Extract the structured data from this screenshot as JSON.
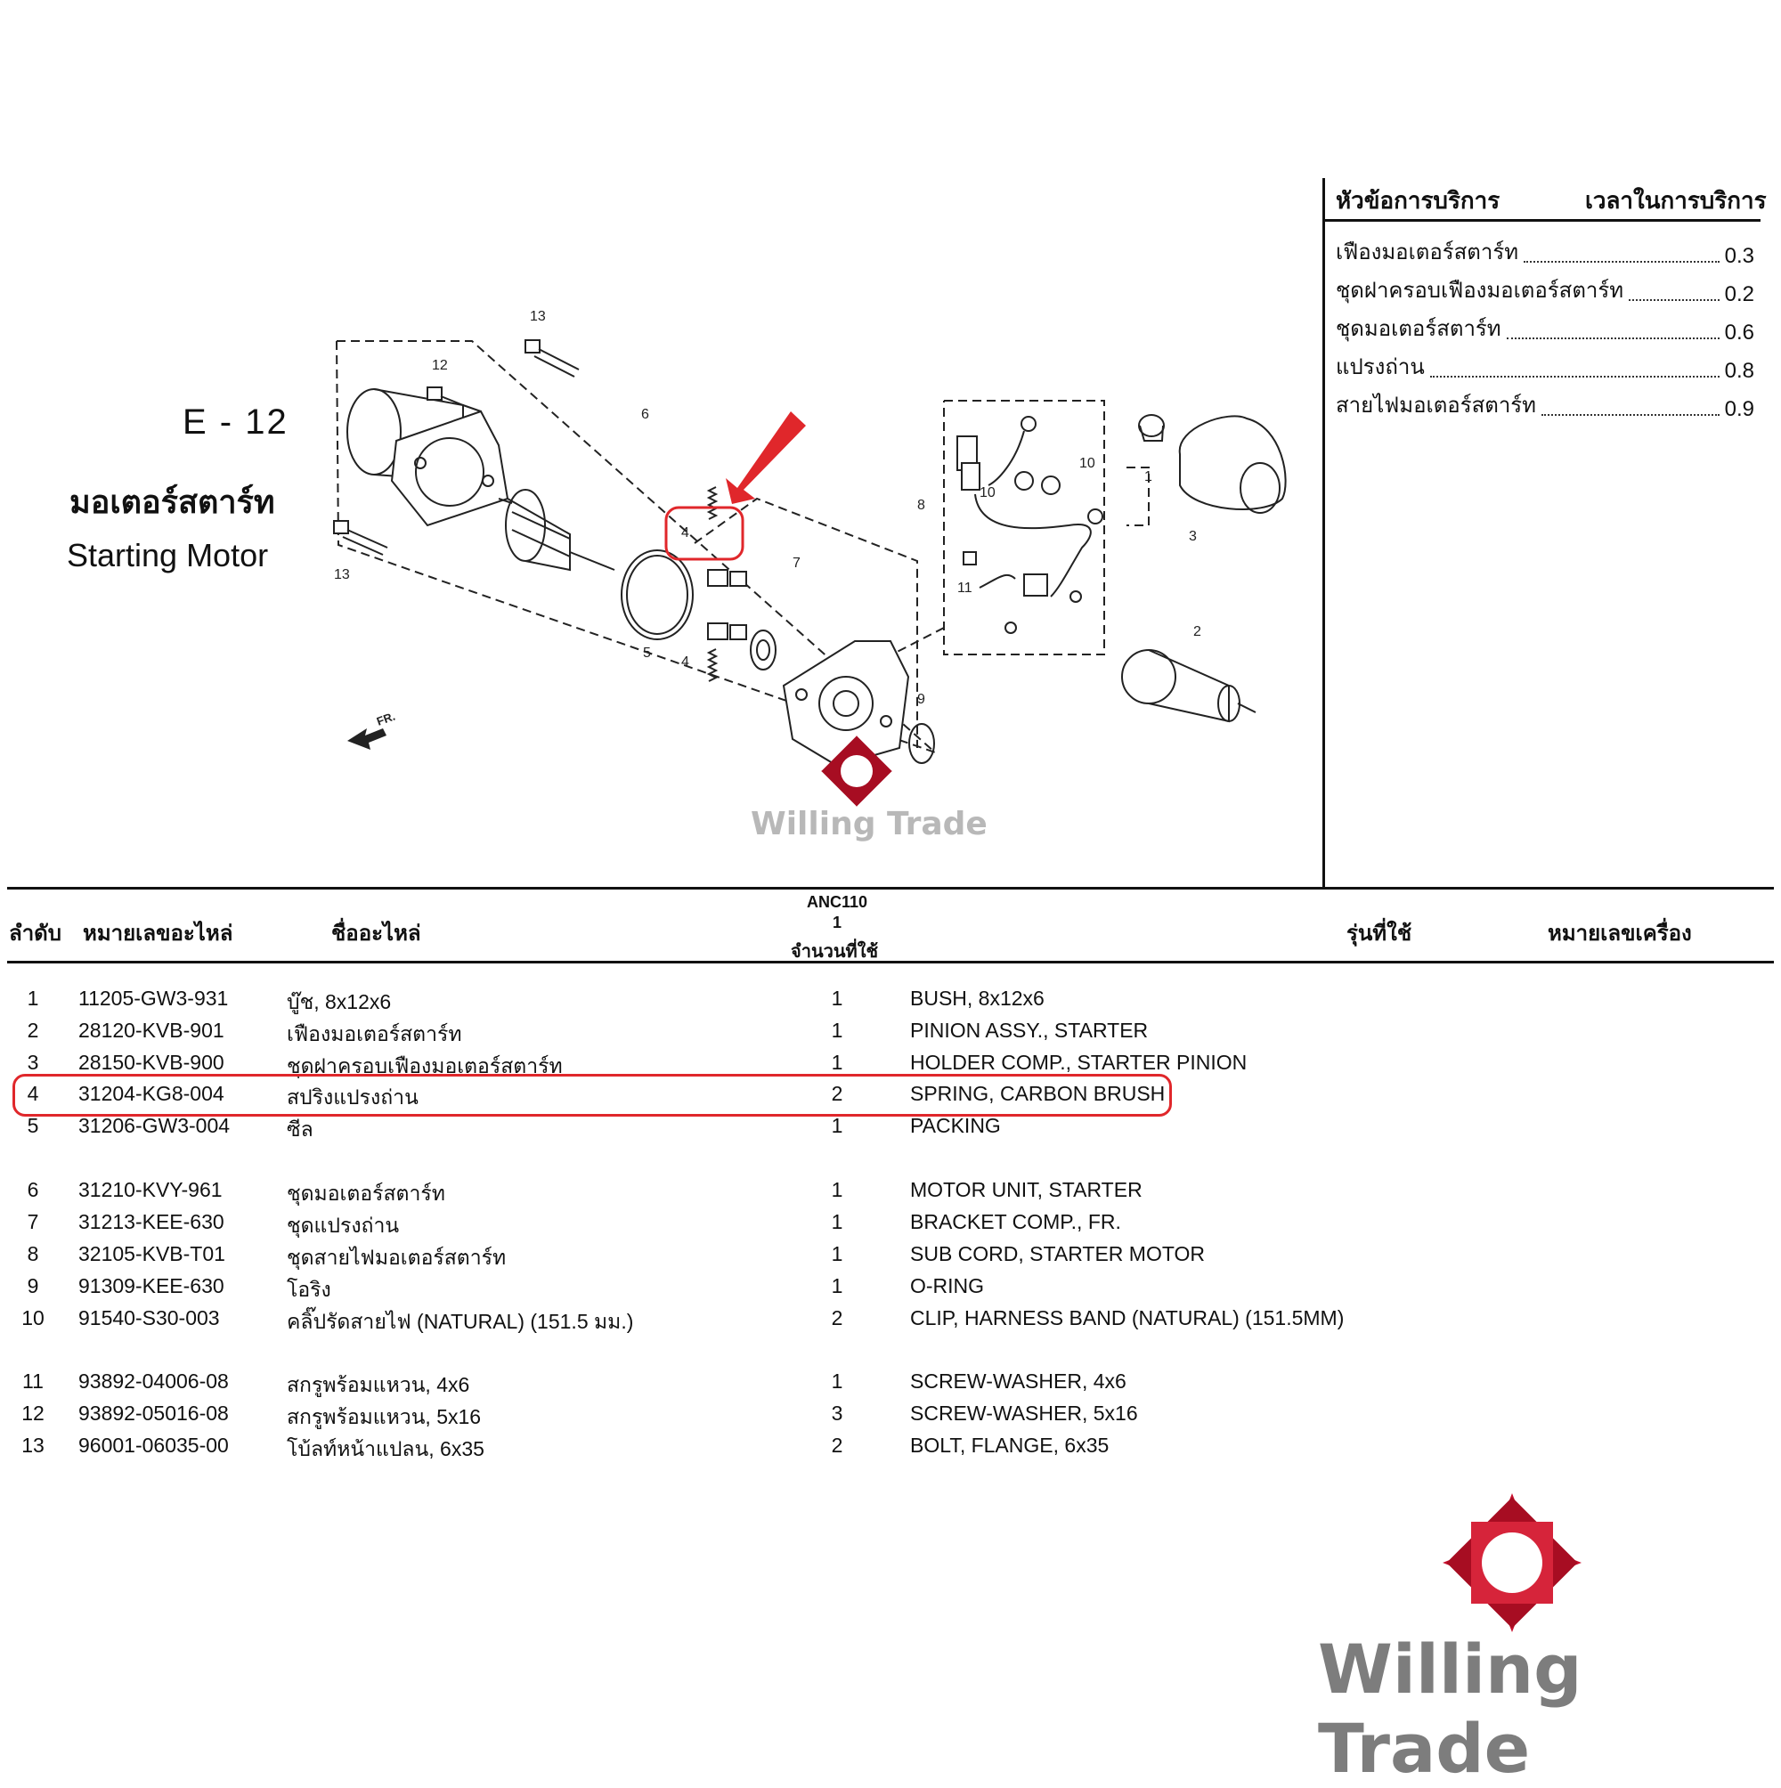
{
  "title": {
    "code": "E - 12",
    "name_th": "มอเตอร์สตาร์ท",
    "name_en": "Starting Motor"
  },
  "service": {
    "header_item": "หัวข้อการบริการ",
    "header_time": "เวลาในการบริการ",
    "items": [
      {
        "name": "เฟืองมอเตอร์สตาร์ท",
        "time": "0.3"
      },
      {
        "name": "ชุดฝาครอบเฟืองมอเตอร์สตาร์ท",
        "time": "0.2"
      },
      {
        "name": "ชุดมอเตอร์สตาร์ท",
        "time": "0.6"
      },
      {
        "name": "แปรงถ่าน",
        "time": "0.8"
      },
      {
        "name": "สายไฟมอเตอร์สตาร์ท",
        "time": "0.9"
      }
    ]
  },
  "diagram": {
    "callouts": [
      "13",
      "12",
      "6",
      "4",
      "7",
      "8",
      "10",
      "10",
      "11",
      "1",
      "3",
      "2",
      "5",
      "4",
      "9",
      "13"
    ],
    "front_label": "FR."
  },
  "table": {
    "header": {
      "no": "ลำดับ",
      "part_no": "หมายเลขอะไหล่",
      "part_name": "ชื่ออะไหล่",
      "model": "ANC110",
      "model_qty": "1",
      "qty": "จำนวนที่ใช้",
      "used_model": "รุ่นที่ใช้",
      "engine_no": "หมายเลขเครื่อง"
    },
    "rows": [
      {
        "no": "1",
        "part": "11205-GW3-931",
        "th": "บู๊ช, 8x12x6",
        "qty": "1",
        "en": "BUSH, 8x12x6"
      },
      {
        "no": "2",
        "part": "28120-KVB-901",
        "th": "เฟืองมอเตอร์สตาร์ท",
        "qty": "1",
        "en": "PINION ASSY., STARTER"
      },
      {
        "no": "3",
        "part": "28150-KVB-900",
        "th": "ชุดฝาครอบเฟืองมอเตอร์สตาร์ท",
        "qty": "1",
        "en": "HOLDER COMP., STARTER PINION"
      },
      {
        "no": "4",
        "part": "31204-KG8-004",
        "th": "สปริงแปรงถ่าน",
        "qty": "2",
        "en": "SPRING, CARBON BRUSH"
      },
      {
        "no": "5",
        "part": "31206-GW3-004",
        "th": "ซีล",
        "qty": "1",
        "en": "PACKING"
      },
      {
        "no": "6",
        "part": "31210-KVY-961",
        "th": "ชุดมอเตอร์สตาร์ท",
        "qty": "1",
        "en": "MOTOR UNIT, STARTER"
      },
      {
        "no": "7",
        "part": "31213-KEE-630",
        "th": "ชุดแปรงถ่าน",
        "qty": "1",
        "en": "BRACKET COMP., FR."
      },
      {
        "no": "8",
        "part": "32105-KVB-T01",
        "th": "ชุดสายไฟมอเตอร์สตาร์ท",
        "qty": "1",
        "en": "SUB CORD, STARTER MOTOR"
      },
      {
        "no": "9",
        "part": "91309-KEE-630",
        "th": "โอริง",
        "qty": "1",
        "en": "O-RING"
      },
      {
        "no": "10",
        "part": "91540-S30-003",
        "th": "คลิ๊ปรัดสายไฟ (NATURAL) (151.5 มม.)",
        "qty": "2",
        "en": "CLIP, HARNESS BAND (NATURAL) (151.5MM)"
      },
      {
        "no": "11",
        "part": "93892-04006-08",
        "th": "สกรูพร้อมแหวน, 4x6",
        "qty": "1",
        "en": "SCREW-WASHER, 4x6"
      },
      {
        "no": "12",
        "part": "93892-05016-08",
        "th": "สกรูพร้อมแหวน, 5x16",
        "qty": "3",
        "en": "SCREW-WASHER, 5x16"
      },
      {
        "no": "13",
        "part": "96001-06035-00",
        "th": "โบ้ลท์หน้าแปลน, 6x35",
        "qty": "2",
        "en": "BOLT, FLANGE, 6x35"
      }
    ]
  },
  "watermark": {
    "small": "Willing Trade",
    "large": "Willing Trade"
  },
  "colors": {
    "highlight": "#e0272b",
    "logo_red": "#c8102e",
    "watermark_gray": "#8a8a8a"
  }
}
